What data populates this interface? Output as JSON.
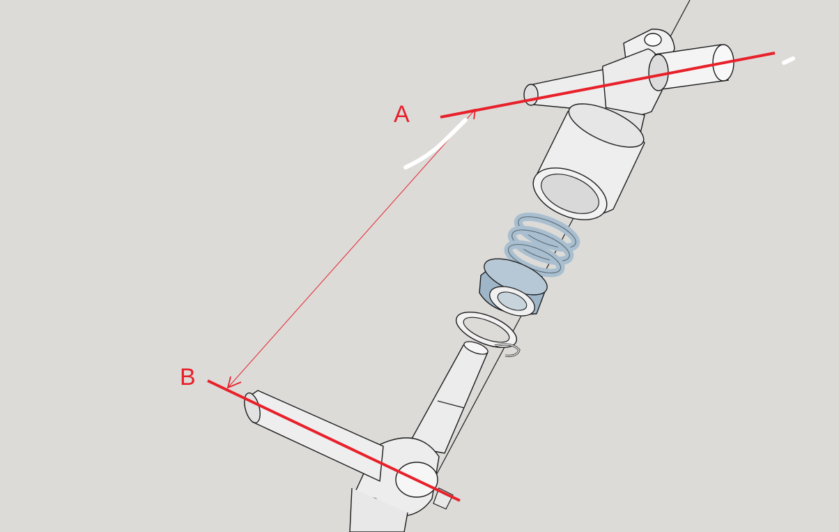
{
  "labels": {
    "a": "A",
    "b": "B"
  },
  "colors": {
    "background": "#dcdbd8",
    "annotation_red": "#e8202a",
    "part_white": "#f2f2f2",
    "part_shade": "#c9c9c9",
    "spring_blue": "#a9bfd0",
    "bearing_blue": "#9fb6c8",
    "edge": "#1a1a1a"
  },
  "parts": [
    "upper-fork-housing",
    "upper-pin",
    "cup-sleeve",
    "spring",
    "ball-bearing",
    "washer",
    "circlip",
    "lower-shaft",
    "lower-arm-housing",
    "lower-pin"
  ]
}
